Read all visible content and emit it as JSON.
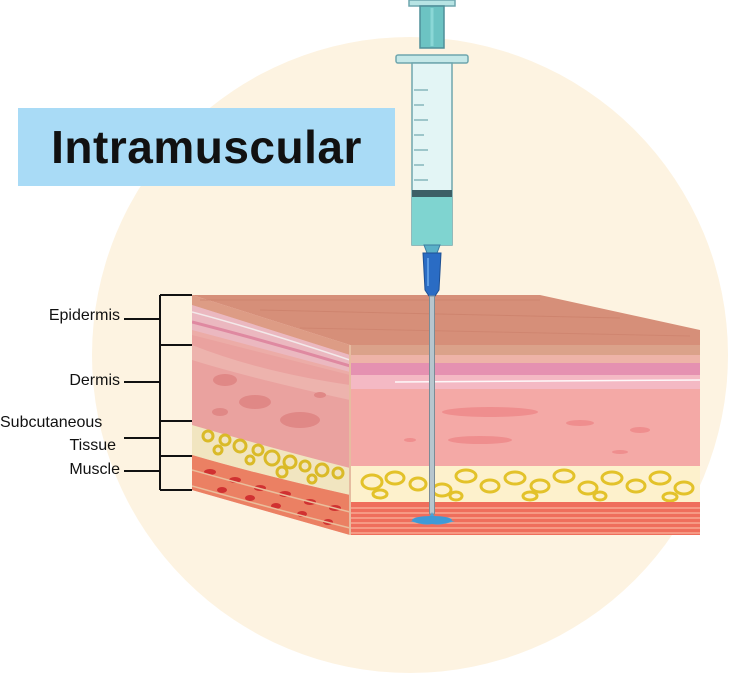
{
  "title": "Intramuscular",
  "layers": {
    "epidermis": "Epidermis",
    "dermis": "Dermis",
    "subcutaneous_line1": "Subcutaneous",
    "subcutaneous_line2": "Tissue",
    "muscle": "Muscle"
  },
  "colors": {
    "background_circle": "#fdf3e1",
    "title_box": "#a9dbf6",
    "skin_top": "#d48e78",
    "dermis": "#f3a7a5",
    "fat": "#e4c52e",
    "muscle": "#e9584a",
    "syringe_fluid": "#7fd4d0",
    "needle_hub": "#2a6cc4"
  },
  "icons": [
    "syringe-icon",
    "needle-icon",
    "skin-cross-section"
  ]
}
